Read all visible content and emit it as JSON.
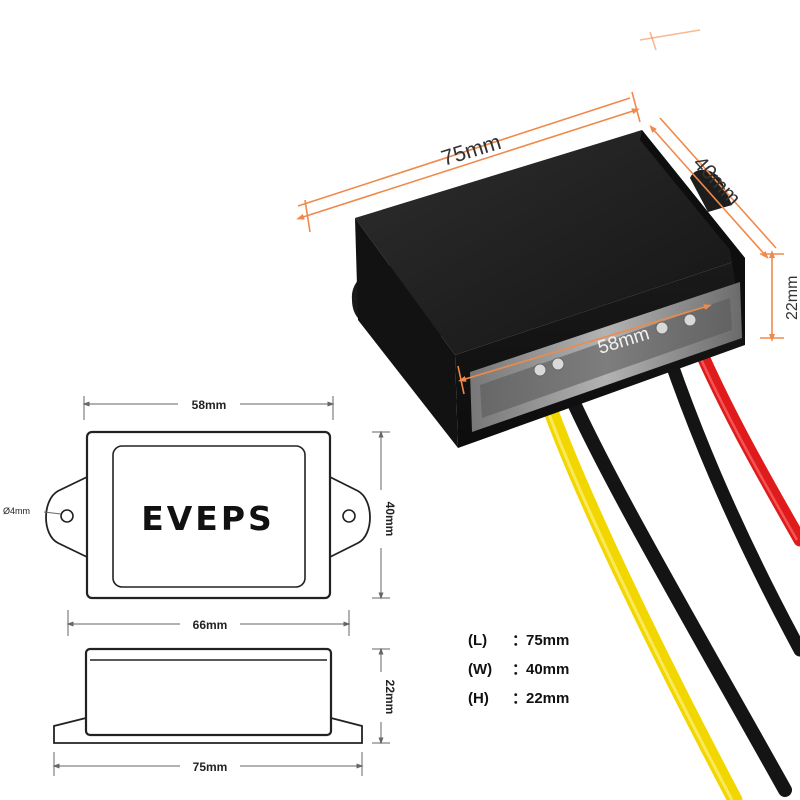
{
  "brand": {
    "logo_text": "EVEPS"
  },
  "product_dimensions": {
    "length": "75mm",
    "width": "40mm",
    "height": "22mm",
    "inner_length": "58mm"
  },
  "front_view": {
    "inner_width": "58mm",
    "flange_width": "66mm",
    "height": "40mm",
    "hole_diameter": "Ø4mm"
  },
  "side_view": {
    "length": "75mm",
    "height": "22mm"
  },
  "specs": [
    {
      "key": "(L)",
      "sep": "：",
      "value": "75mm"
    },
    {
      "key": "(W)",
      "sep": "：",
      "value": "40mm"
    },
    {
      "key": "(H)",
      "sep": "：",
      "value": "22mm"
    }
  ],
  "colors": {
    "accent": "#f08a4b",
    "wire_yellow": "#f2d600",
    "wire_red": "#e01b1b",
    "wire_black": "#141414",
    "housing": "#1c1c1c"
  }
}
